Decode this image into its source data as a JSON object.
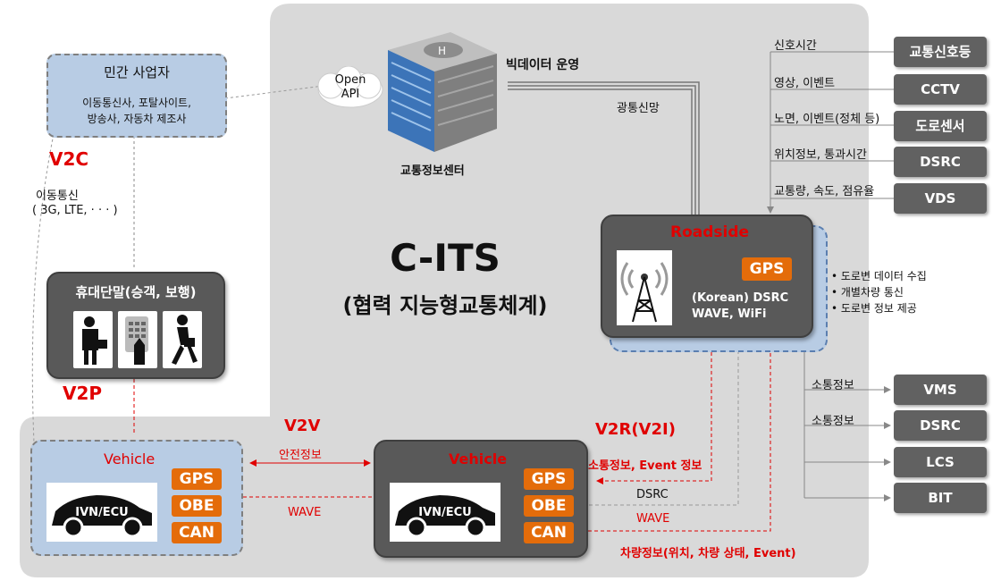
{
  "private_operators": {
    "title": "민간 사업자",
    "line1": "이동통신사, 포탈사이트,",
    "line2": "방송사, 자동차 제조사"
  },
  "v2c": {
    "label": "V2C",
    "comm_line1": "이동통신",
    "comm_line2": "( 3G, LTE, · · · )"
  },
  "portable": {
    "title": "휴대단말(승객, 보행)"
  },
  "v2p": {
    "label": "V2P"
  },
  "center": {
    "open_api_line1": "Open",
    "open_api_line2": "API",
    "bigdata": "빅데이터 운영",
    "optical": "광통신망",
    "name": "교통정보센터"
  },
  "cits": {
    "title": "C-ITS",
    "subtitle": "(협력 지능형교통체계)"
  },
  "roadside": {
    "title": "Roadside",
    "gps": "GPS",
    "line1": "(Korean) DSRC",
    "line2": "WAVE, WiFi",
    "bullets": [
      "• 도로변 데이터 수집",
      "• 개별차량 통신",
      "• 도로변 정보 제공"
    ]
  },
  "inputs": [
    {
      "label": "신호시간",
      "device": "교통신호등"
    },
    {
      "label": "영상, 이벤트",
      "device": "CCTV"
    },
    {
      "label": "노면, 이벤트(정체 등)",
      "device": "도로센서"
    },
    {
      "label": "위치정보, 통과시간",
      "device": "DSRC"
    },
    {
      "label": "교통량, 속도, 점유율",
      "device": "VDS"
    }
  ],
  "outputs": [
    {
      "label": "소통정보",
      "device": "VMS"
    },
    {
      "label": "소통정보",
      "device": "DSRC"
    },
    {
      "label": "",
      "device": "LCS"
    },
    {
      "label": "",
      "device": "BIT"
    }
  ],
  "v2v": {
    "label": "V2V",
    "safety": "안전정보",
    "wave": "WAVE"
  },
  "v2r": {
    "label": "V2R(V2I)",
    "traffic_event": "소통정보, Event 정보",
    "dsrc": "DSRC",
    "wave": "WAVE",
    "vehicle_info": "차량정보(위치, 차량 상태, Event)"
  },
  "vehicle_left": {
    "title": "Vehicle",
    "car": "IVN/ECU",
    "modules": [
      "GPS",
      "OBE",
      "CAN"
    ]
  },
  "vehicle_mid": {
    "title": "Vehicle",
    "car": "IVN/ECU",
    "modules": [
      "GPS",
      "OBE",
      "CAN"
    ]
  },
  "colors": {
    "orange": "#e46c0a",
    "red": "#e00000",
    "dark_box": "#595959",
    "light_blue": "#b8cce4",
    "background": "#d9d9d9"
  }
}
